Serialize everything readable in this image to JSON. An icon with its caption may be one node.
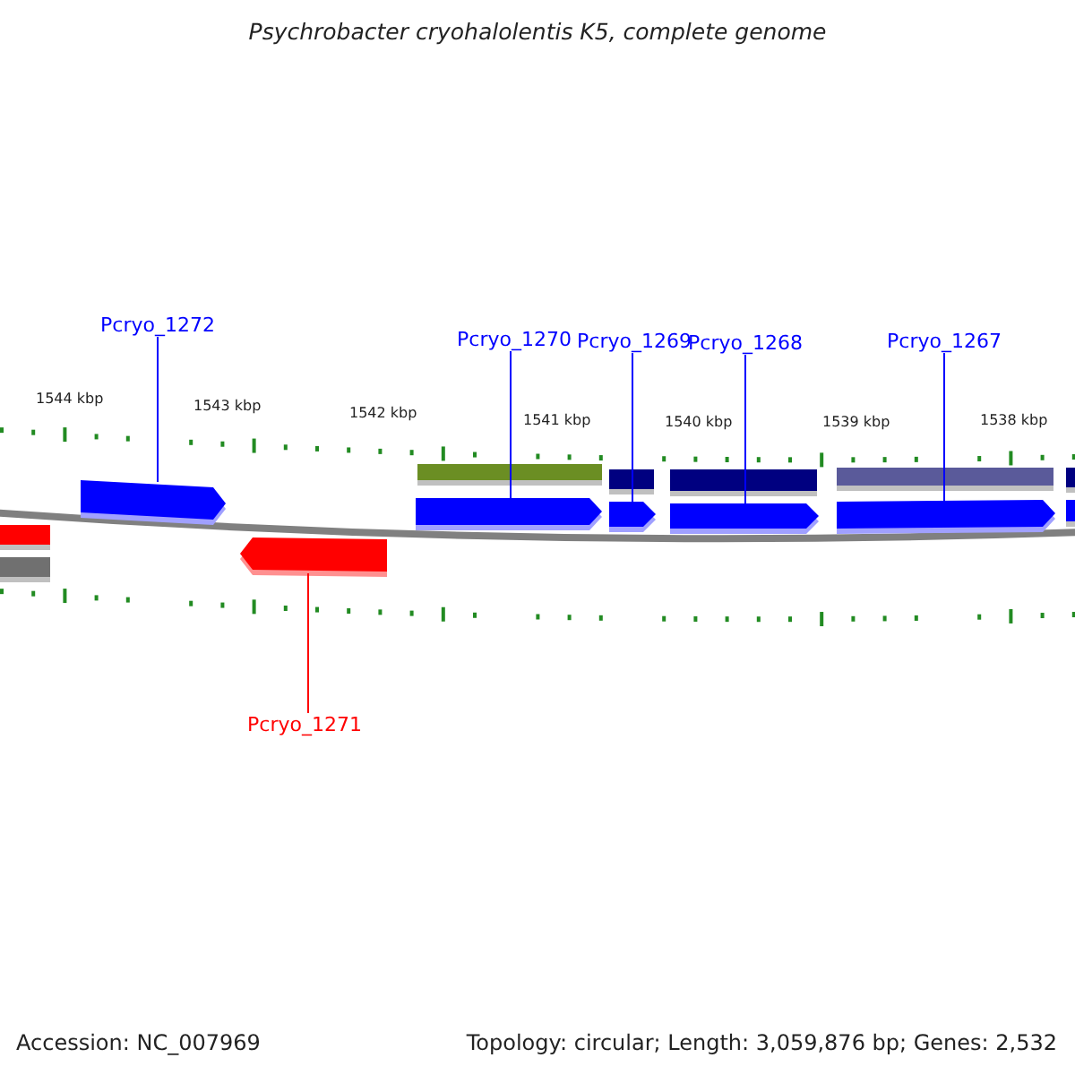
{
  "diagram": {
    "title": "Psychrobacter cryohalolentis K5, complete genome",
    "nodes": [
      {
        "text": [
          "Pcryo_1272"
        ]
      },
      {
        "text": [
          "Pcryo_1270"
        ]
      },
      {
        "text": [
          "Pcryo_1269"
        ]
      },
      {
        "text": [
          "Pcryo_1268"
        ]
      },
      {
        "text": [
          "Pcryo_1267"
        ]
      },
      {
        "text": [
          "Pcryo_1271"
        ]
      },
      {
        "text": [],
        "shape": "bar"
      },
      {
        "text": [],
        "shape": "bar"
      },
      {
        "text": [],
        "shape": "bar"
      },
      {
        "text": [],
        "shape": "bar"
      },
      {
        "text": [],
        "shape": "bar"
      },
      {
        "text": [],
        "shape": "bar"
      }
    ],
    "edges": [
      {
        "from": 0,
        "to": 6,
        "arrow": "none"
      },
      {
        "from": 1,
        "to": 7,
        "arrow": "none"
      },
      {
        "from": 2,
        "to": 8,
        "arrow": "none"
      },
      {
        "from": 3,
        "to": 9,
        "arrow": "none"
      },
      {
        "from": 4,
        "to": 10,
        "arrow": "none"
      },
      {
        "from": 5,
        "to": 11,
        "arrow": "none",
        "color": "#ff0000"
      }
    ],
    "labels": [
      "1544 kbp",
      "1543 kbp",
      "1542 kbp",
      "1541 kbp",
      "1540 kbp",
      "1539 kbp",
      "1538 kbp",
      "Accession: NC_007969",
      "Topology: circular; Length: 3,059,876 bp; Genes: 2,532"
    ]
  }
}
